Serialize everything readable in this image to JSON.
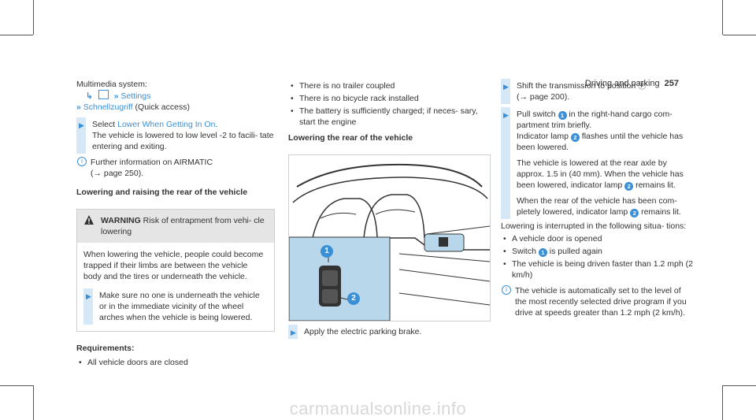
{
  "header": {
    "section": "Driving and parking",
    "page_number": "257"
  },
  "col1": {
    "menu_path_title": "Multimedia system:",
    "menu_path_home_icon": "home-icon",
    "menu_path_item1": "Settings",
    "menu_path_item2": "Schnellzugriff",
    "menu_path_item2_suffix": " (Quick access)",
    "step1_prefix": "Select ",
    "step1_link": "Lower When Getting In On",
    "step1_suffix": ".",
    "step1_text": "The vehicle is lowered to low level -2 to facili- tate entering and exiting.",
    "note1": "Further information on AIRMATIC",
    "note1_ref": "(→ page 250).",
    "heading": "Lowering and raising the rear of the vehicle",
    "warning": {
      "label": "WARNING",
      "title": "Risk of entrapment from vehi- cle lowering",
      "body": "When lowering the vehicle, people could become trapped if their limbs are between the vehicle body and the tires or underneath the vehicle.",
      "step": "Make sure no one is underneath the vehicle or in the immediate vicinity of the wheel arches when the vehicle is being lowered."
    },
    "requirements_heading": "Requirements:",
    "requirements": [
      "All vehicle doors are closed"
    ]
  },
  "col2": {
    "bullets": [
      "There is no trailer coupled",
      "There is no bicycle rack installed",
      "The battery is sufficiently charged; if neces- sary, start the engine"
    ],
    "heading": "Lowering the rear of the vehicle",
    "figure_labels": [
      "1",
      "2"
    ],
    "step": "Apply the electric parking brake."
  },
  "col3": {
    "step1": "Shift the transmission to position ⓟ",
    "step1_ref": "(→ page 200).",
    "step2_a": "Pull switch ",
    "step2_b": " in the right-hand cargo com- partment trim briefly.",
    "step2_c": "Indicator lamp ",
    "step2_d": " flashes until the vehicle has been lowered.",
    "para1": "The vehicle is lowered at the rear axle by approx. 1.5 in (40 mm). When the vehicle has been lowered, indicator lamp ",
    "para1_b": " remains lit.",
    "para2": "When the rear of the vehicle has been com- pletely lowered, indicator lamp ",
    "para2_b": " remains lit.",
    "interrupt": "Lowering is interrupted in the following situa- tions:",
    "bullets": [
      "A vehicle door is opened",
      "is pulled again",
      "The vehicle is being driven faster than 1.2 mph (2 km/h)"
    ],
    "bullet2_prefix": "Switch ",
    "note": "The vehicle is automatically set to the level of the most recently selected drive program if you drive at speeds greater than 1.2 mph (2 km/h)."
  },
  "badges": {
    "one": "1",
    "two": "2"
  },
  "watermark": "carmanualsonline.info",
  "colors": {
    "accent": "#3a8fd6",
    "step_bar": "#d6e7f5",
    "figure_highlight": "#b9d7ea"
  }
}
